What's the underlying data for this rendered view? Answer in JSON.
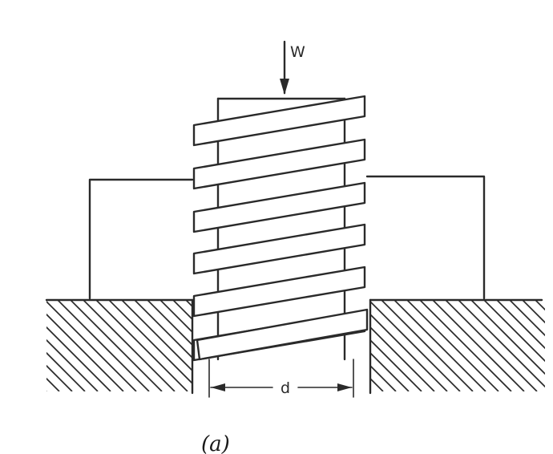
{
  "figure": {
    "load_label": "W",
    "dimension_label": "d",
    "caption": "(a)"
  }
}
